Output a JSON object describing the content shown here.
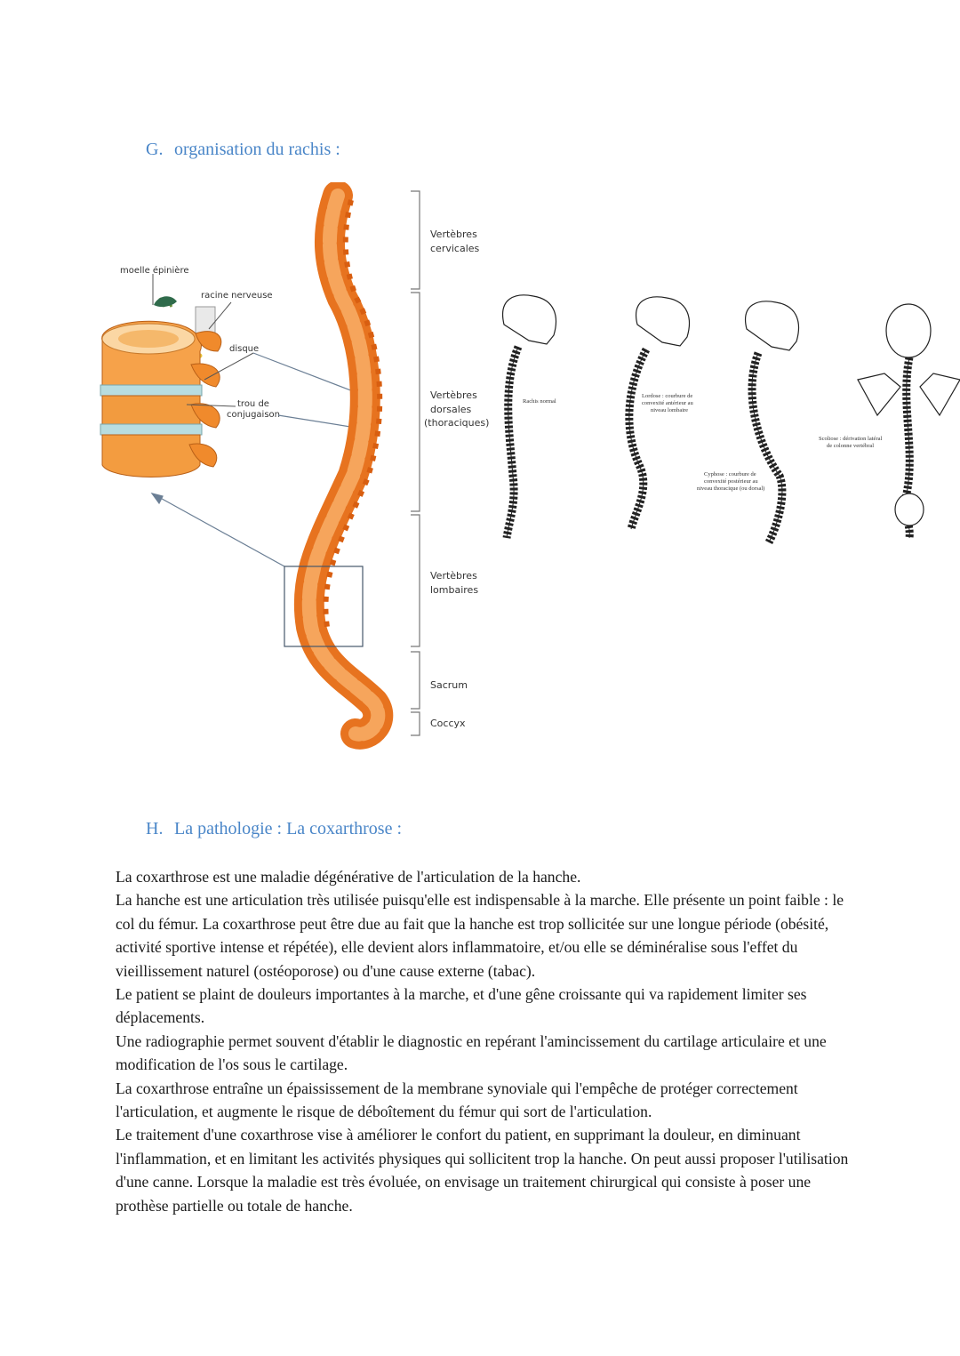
{
  "section_g": {
    "letter": "G.",
    "title": "organisation du rachis :"
  },
  "figure": {
    "vertebra_labels": {
      "moelle": "moelle épinière",
      "racine": "racine nerveuse",
      "disque": "disque",
      "trou_line1": "trou de",
      "trou_line2": "conjugaison"
    },
    "regions": {
      "cervicales_1": "Vertèbres",
      "cervicales_2": "cervicales",
      "dorsales_1": "Vertèbres",
      "dorsales_2": "dorsales",
      "dorsales_3": "(thoraciques)",
      "lombaires_1": "Vertèbres",
      "lombaires_2": "lombaires",
      "sacrum": "Sacrum",
      "coccyx": "Coccyx"
    },
    "postures": {
      "normal": "Rachis normal",
      "lordose_1": "Lordose : courbure de",
      "lordose_2": "convexité antérieur au",
      "lordose_3": "niveau lombaire",
      "cyphose_1": "Cyphose : courbure de",
      "cyphose_2": "convexité postérieur au",
      "cyphose_3": "niveau thoracique (ou dorsal)",
      "scoliose_1": "Scoliose : dérivation latéral",
      "scoliose_2": "de colonne vertébral"
    }
  },
  "section_h": {
    "letter": "H.",
    "title": "La pathologie : La coxarthrose :"
  },
  "paragraphs": [
    "La coxarthrose est une maladie dégénérative de l'articulation de la hanche.",
    "La hanche est une articulation très utilisée puisqu'elle est indispensable à la marche. Elle présente un point faible : le col du fémur. La coxarthrose peut être due au fait que la hanche est trop sollicitée sur une longue période (obésité, activité sportive intense et répétée), elle devient alors inflammatoire, et/ou elle se déminéralise sous l'effet du vieillissement naturel (ostéoporose) ou d'une cause externe (tabac).",
    "Le patient se plaint de douleurs importantes à la marche, et d'une gêne croissante qui va rapidement limiter ses déplacements.",
    "Une radiographie permet souvent d'établir le diagnostic en repérant l'amincissement du cartilage articulaire et une modification de l'os sous le cartilage.",
    "La coxarthrose entraîne un épaississement de la membrane synoviale qui l'empêche de protéger correctement l'articulation, et augmente le risque de déboîtement du fémur qui sort de l'articulation.",
    "Le traitement d'une coxarthrose vise à améliorer le confort du patient, en supprimant la douleur, en diminuant l'inflammation, et en limitant les activités physiques qui sollicitent trop la hanche. On peut aussi proposer l'utilisation d'une canne. Lorsque la maladie est très évoluée, on envisage un traitement chirurgical qui consiste à poser une prothèse partielle ou totale de hanche."
  ]
}
